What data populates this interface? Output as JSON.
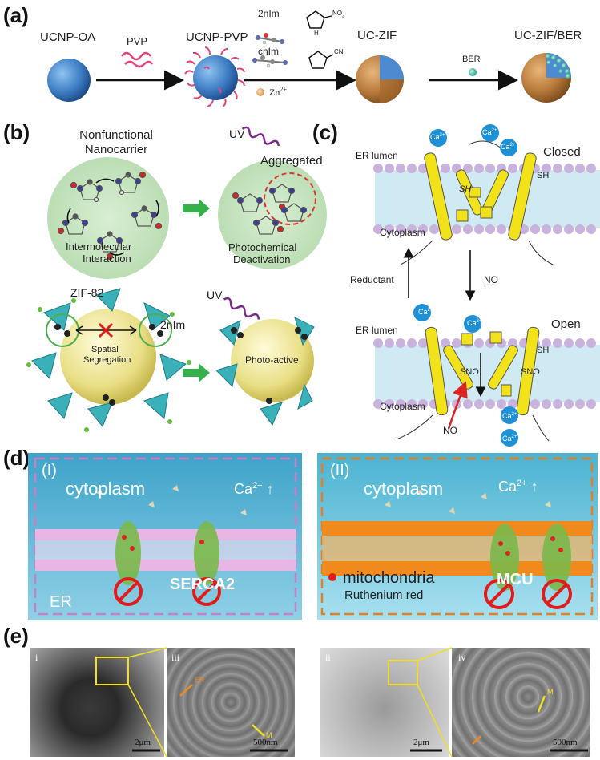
{
  "panels": {
    "a": "(a)",
    "b": "(b)",
    "c": "(c)",
    "d": "(d)",
    "e": "(e)"
  },
  "a": {
    "ucnp_oa": "UCNP-OA",
    "pvp": "PVP",
    "ucnp_pvp": "UCNP-PVP",
    "two_nim": "2nIm",
    "cnim": "cnIm",
    "zn": "Zn",
    "zn_sup": "2+",
    "uc_zif": "UC-ZIF",
    "ber": "BER",
    "uc_zif_ber": "UC-ZIF/BER",
    "no2": "NO",
    "no2_sub": "2",
    "cn": "CN",
    "h": "H"
  },
  "b": {
    "title_line1": "Nonfunctional",
    "title_line2": "Nanocarrier",
    "uv_top": "UV",
    "aggregated": "Aggregated",
    "inter1": "Intermolecular",
    "inter2": "Interaction",
    "photo1": "Photochemical",
    "photo2": "Deactivation",
    "zif82": "ZIF-82",
    "uv_bottom": "UV",
    "two_nim": "2nIm",
    "spatial1": "Spatial",
    "spatial2": "Segregation",
    "photoactive": "Photo-active"
  },
  "c": {
    "ca": "Ca",
    "ca_sup": "2+",
    "closed": "Closed",
    "er_lumen_top": "ER lumen",
    "sh_right": "SH",
    "sh_left": "SH",
    "cytoplasm_top": "Cytoplasm",
    "reductant": "Reductant",
    "no_arrow": "NO",
    "open": "Open",
    "er_lumen_bottom": "ER lumen",
    "sh_open": "SH",
    "sno_left": "SNO",
    "sno_right": "SNO",
    "cytoplasm_bottom": "Cytoplasm",
    "no_bottom": "NO"
  },
  "d": {
    "i_label": "(I)",
    "cytoplasm_i": "cytoplasm",
    "ca_i": "Ca",
    "ca_sup": "2+",
    "er": "ER",
    "serca2": "SERCA2",
    "ii_label": "(II)",
    "cytoplasm_ii": "cytoplasm",
    "ca_ii": "Ca",
    "mcu": "MCU",
    "mitochondria": "mitochondria",
    "ruthenium": "Ruthenium red"
  },
  "e": {
    "i": "i",
    "iii": "iii",
    "ii": "ii",
    "iv": "iv",
    "scale_i": "2μm",
    "scale_iii": "500nm",
    "scale_ii": "2μm",
    "scale_iv": "500nm",
    "er_tag": "ER",
    "m_tag_iii": "M",
    "m_tag_iv": "M"
  },
  "colors": {
    "sphere_blue": "#3f7fc6",
    "zif_brown": "#b77a3a",
    "pvp_pink": "#e0457b",
    "green_arrow": "#36b04a",
    "ca_blue": "#1e90d6",
    "channel_yellow": "#f2e21a",
    "panel_d_border_i": "#c77fc9",
    "panel_d_border_ii": "#e67e22",
    "em_highlight": "#f0e020"
  }
}
